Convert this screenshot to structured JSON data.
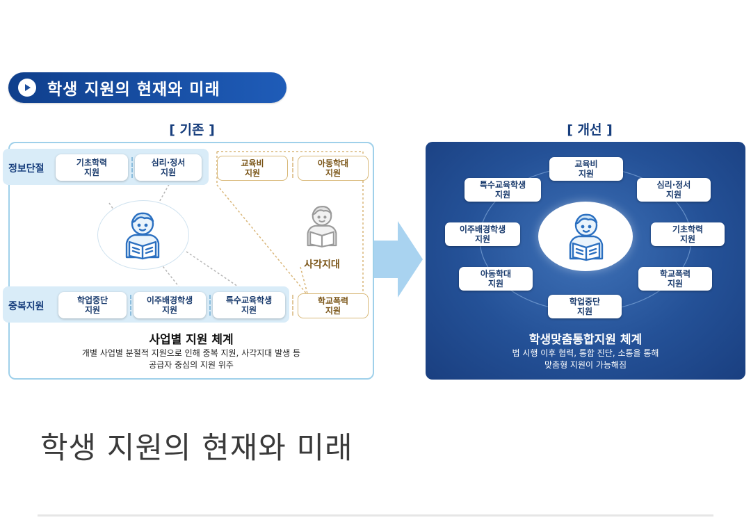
{
  "header": {
    "title": "학생 지원의 현재와 미래"
  },
  "left": {
    "section_title": "[ 기존 ]",
    "band_top_label": "정보단절",
    "band_bottom_label": "중복지원",
    "top_boxes": [
      "기초학력\n지원",
      "심리·정서\n지원"
    ],
    "top_gold_boxes": [
      "교육비\n지원",
      "아동학대\n지원"
    ],
    "bottom_boxes": [
      "학업중단\n지원",
      "이주배경학생\n지원",
      "특수교육학생\n지원"
    ],
    "bottom_gold_box": "학교폭력\n지원",
    "blind_spot_label": "사각지대",
    "panel_title": "사업별 지원 체계",
    "panel_desc": "개별 사업별 분절적 지원으로 인해 중복 지원, 사각지대 발생 등\n공급자 중심의 지원 위주"
  },
  "right": {
    "section_title": "[ 개선 ]",
    "boxes": {
      "top": "교육비\n지원",
      "top_left": "특수교육학생\n지원",
      "top_right": "심리·정서\n지원",
      "mid_left": "이주배경학생\n지원",
      "mid_right": "기초학력\n지원",
      "low_left": "아동학대\n지원",
      "low_right": "학교폭력\n지원",
      "bottom": "학업중단\n지원"
    },
    "panel_title": "학생맞춤통합지원 체계",
    "panel_desc": "법 시행 이후 협력, 통합 진단, 소통을 통해\n맞춤형 지원이 가능해짐"
  },
  "caption": "학생 지원의 현재와 미래",
  "colors": {
    "navy": "#173e7d",
    "accent_blue": "#245197",
    "light_band": "#d9ecf8",
    "gold": "#d8b878"
  },
  "icons": [
    "play-icon",
    "student-reading-icon",
    "arrow-right-icon"
  ]
}
